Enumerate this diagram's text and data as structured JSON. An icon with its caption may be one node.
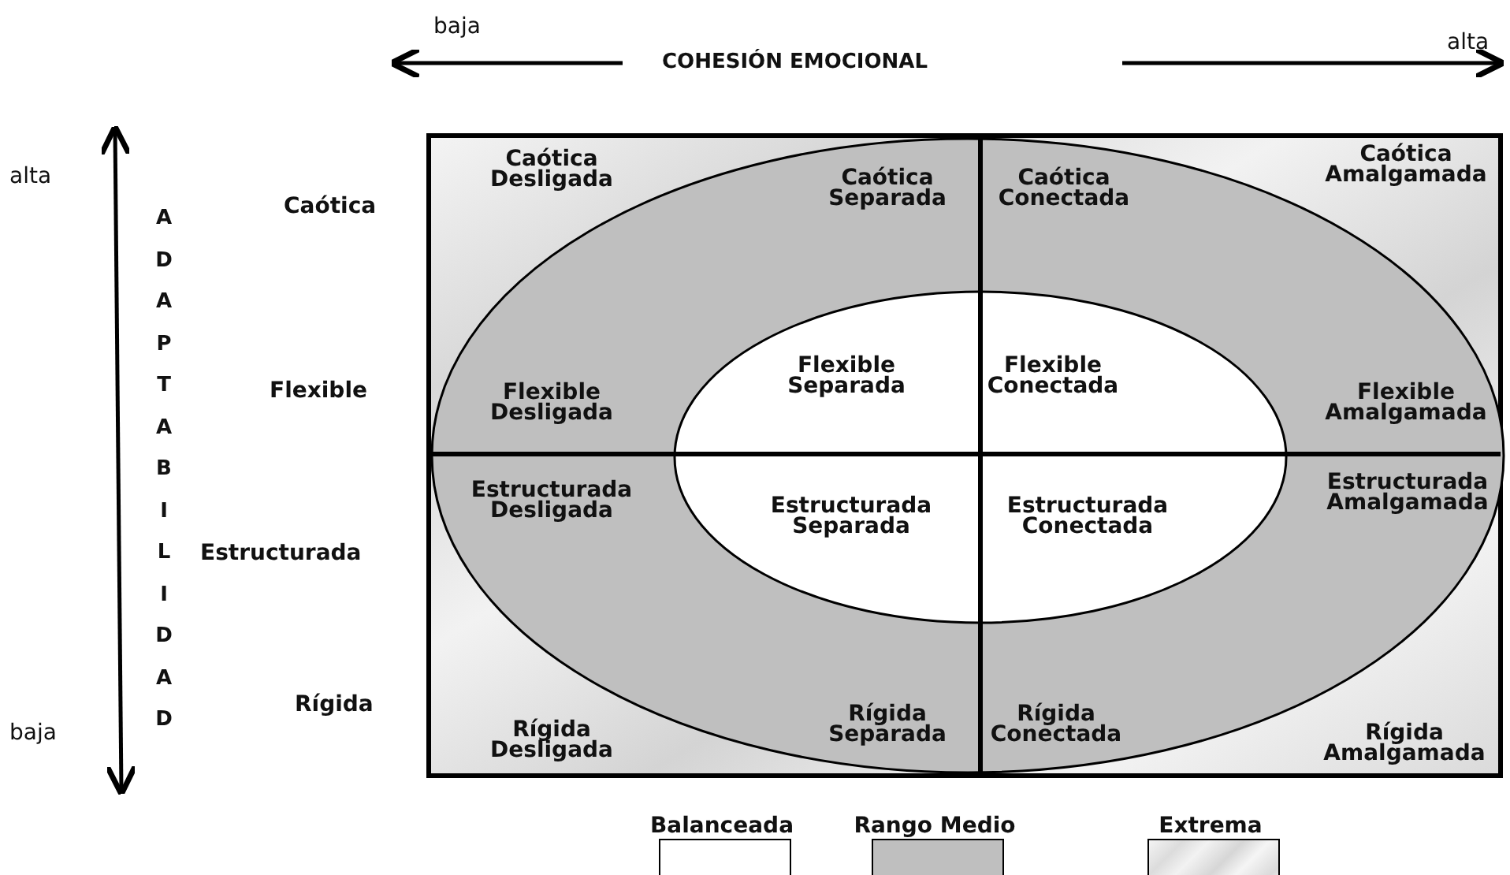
{
  "diagram": {
    "labels": [
      "baja",
      "COHESIÓN EMOCIONAL",
      "alta",
      "alta",
      "ADAPTABILIDAD",
      "baja",
      "Caótica",
      "Flexible",
      "Estructurada",
      "Rígida",
      "Caótica Desligada",
      "Caótica Separada",
      "Caótica Conectada",
      "Caótica Amalgamada",
      "Flexible Desligada",
      "Flexible Separada",
      "Flexible Conectada",
      "Flexible Amalgamada",
      "Estructurada Desligada",
      "Estructurada Separada",
      "Estructurada Conectada",
      "Estructurada Amalgamada",
      "Rígida Desligada",
      "Rígida Separada",
      "Rígida Conectada",
      "Rígida Amalgamada"
    ],
    "legend": [
      {
        "text": "Balanceada",
        "color": "#ffffff"
      },
      {
        "text": "Rango Medio",
        "color": "#bfbfbf"
      },
      {
        "text": "Extrema"
      }
    ]
  }
}
